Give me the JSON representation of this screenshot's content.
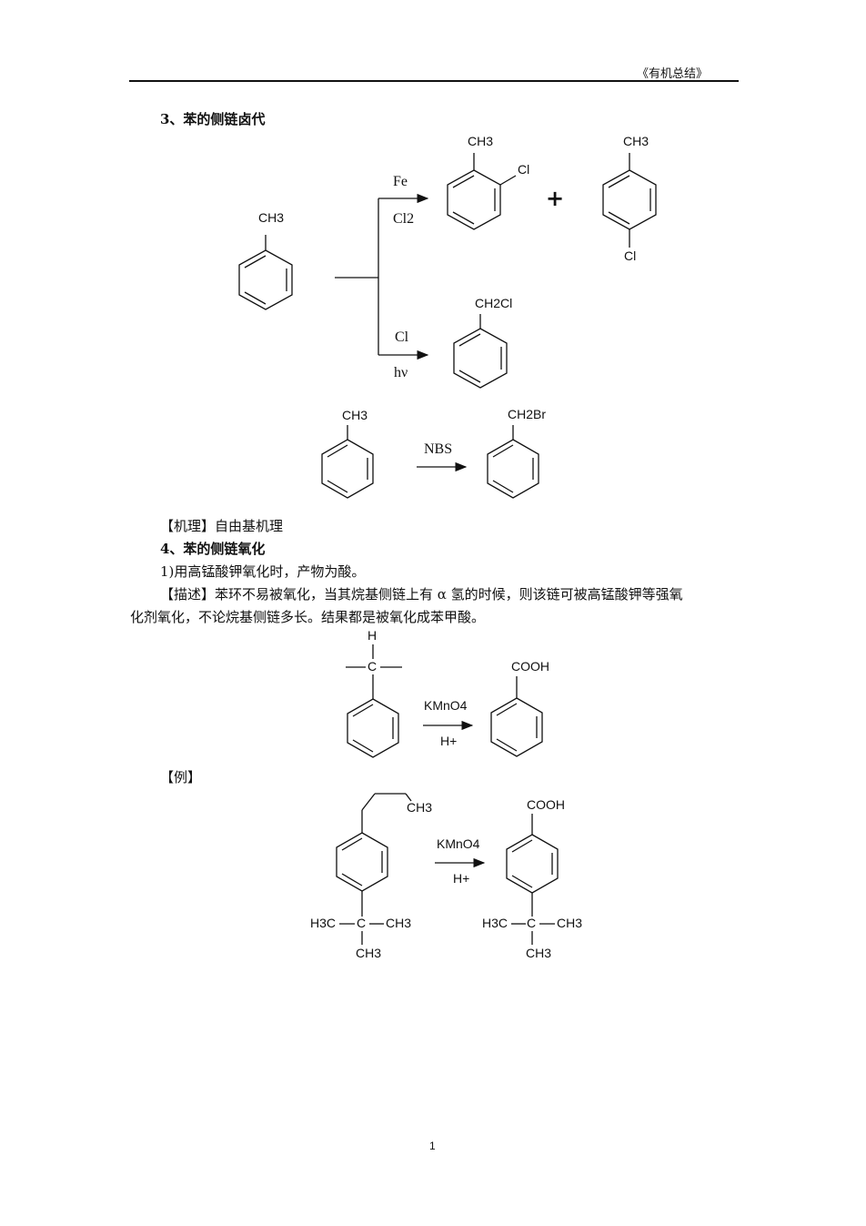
{
  "header": {
    "title": "《有机总结》"
  },
  "section3": {
    "heading": "3、苯的侧链卤代",
    "reaction1": {
      "reactant_label": "CH3",
      "upper_reagent_top": "Fe",
      "upper_reagent_bottom": "Cl2",
      "ortho_product_ch3": "CH3",
      "ortho_product_cl": "Cl",
      "plus": "+",
      "para_product_ch3": "CH3",
      "para_product_cl": "Cl",
      "lower_reagent_top": "Cl",
      "lower_reagent_bottom": "hν",
      "benzyl_chloride_label": "CH2Cl"
    },
    "reaction2": {
      "reactant_label": "CH3",
      "reagent": "NBS",
      "product_label": "CH2Br"
    },
    "mechanism": "【机理】自由基机理"
  },
  "section4": {
    "heading": "4、苯的侧链氧化",
    "point1": "1)用高锰酸钾氧化时，产物为酸。",
    "desc_line1": "【描述】苯环不易被氧化，当其烷基侧链上有 α 氢的时候，则该链可被高锰酸钾等强氧",
    "desc_line2": "化剂氧化，不论烷基侧链多长。结果都是被氧化成苯甲酸。",
    "general": {
      "h_label": "H",
      "c_label": "C",
      "reagent_top": "KMnO4",
      "reagent_bottom": "H+",
      "product_label": "COOH"
    },
    "example_label": "【例】",
    "example": {
      "propyl_ch3": "CH3",
      "tbutyl_left": "H3C",
      "tbutyl_c": "C",
      "tbutyl_right": "CH3",
      "tbutyl_bottom": "CH3",
      "reagent_top": "KMnO4",
      "reagent_bottom": "H+",
      "product_label": "COOH",
      "product_tbutyl_left": "H3C",
      "product_tbutyl_c": "C",
      "product_tbutyl_right": "CH3",
      "product_tbutyl_bottom": "CH3"
    }
  },
  "footer": {
    "page_number": "1"
  }
}
